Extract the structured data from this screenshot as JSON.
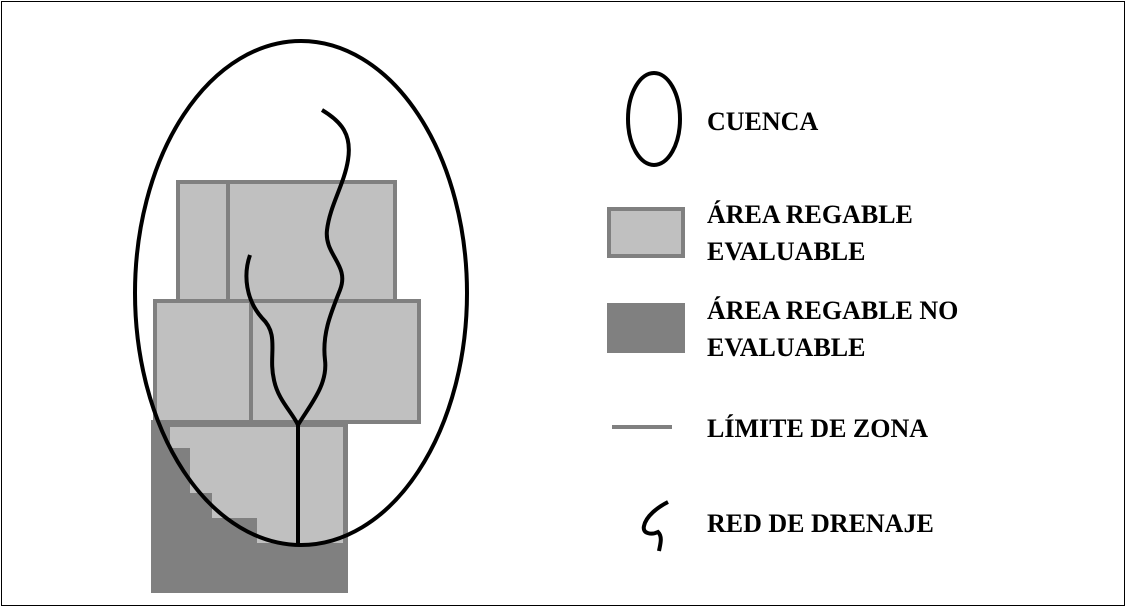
{
  "legend": {
    "cuenca": "CUENCA",
    "area_evaluable_line1": "ÁREA REGABLE",
    "area_evaluable_line2": "EVALUABLE",
    "area_no_evaluable_line1": "ÁREA REGABLE NO",
    "area_no_evaluable_line2": "EVALUABLE",
    "limite_zona": "LÍMITE DE ZONA",
    "red_drenaje": "RED DE DRENAJE"
  },
  "colors": {
    "area_evaluable_fill": "#c0c0c0",
    "area_evaluable_border": "#808080",
    "area_no_evaluable_fill": "#808080",
    "limite_zona_line": "#808080",
    "cuenca_outline": "#000000",
    "drainage_line": "#000000"
  }
}
